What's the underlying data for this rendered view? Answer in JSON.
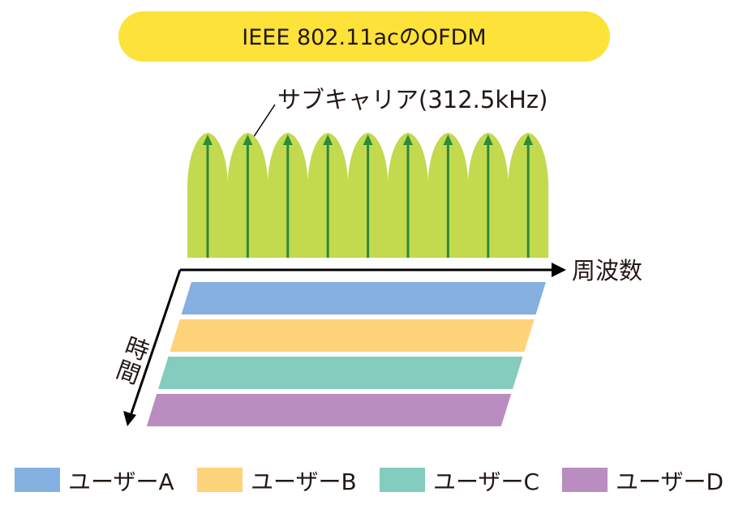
{
  "title": "IEEE 802.11acのOFDM",
  "subcarrier_label": "サブキャリア(312.5kHz)",
  "subcarrier_count": 9,
  "frequency_axis_label": "周波数",
  "time_axis_label_chars": [
    "時",
    "間"
  ],
  "users": [
    {
      "name": "ユーザーA",
      "color": "#85b0e0"
    },
    {
      "name": "ユーザーB",
      "color": "#fdd47a"
    },
    {
      "name": "ユーザーC",
      "color": "#84ccbd"
    },
    {
      "name": "ユーザーD",
      "color": "#b98dc0"
    }
  ],
  "colors": {
    "title_banner": "#fde23a",
    "subcarrier_fill": "#c3d94e",
    "subcarrier_arrow": "#2f8a3a",
    "axis": "#000000",
    "text": "#231815"
  }
}
